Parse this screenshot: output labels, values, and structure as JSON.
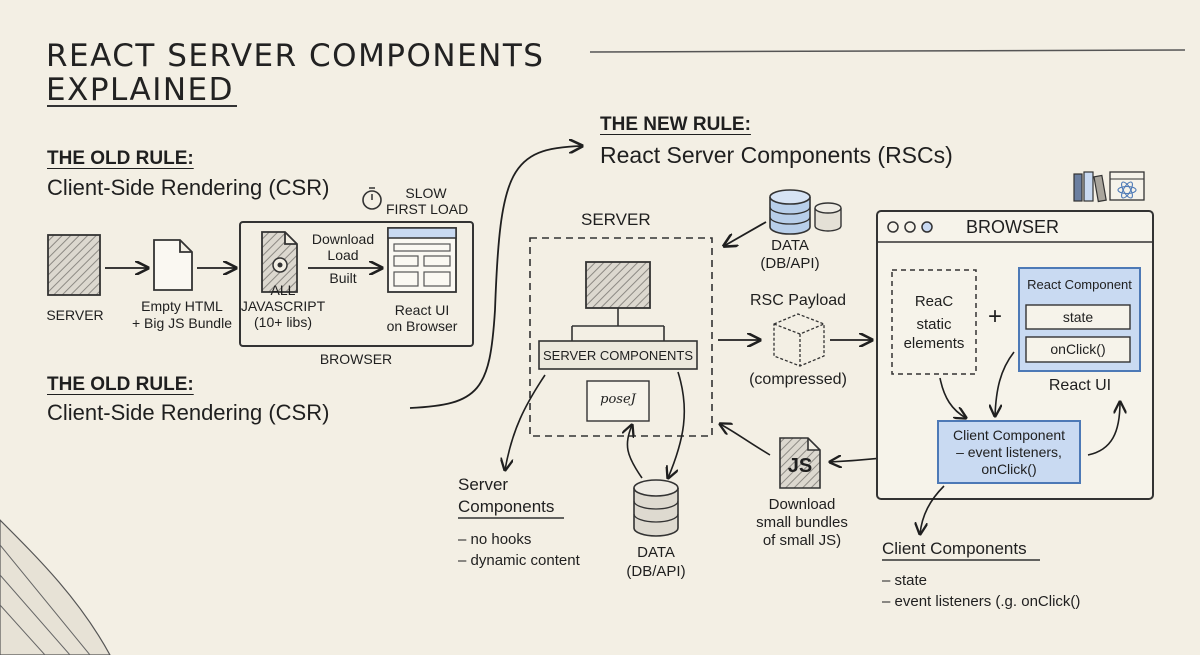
{
  "title": {
    "line1": "REACT SERVER COMPONENTS",
    "line2": "EXPLAINED"
  },
  "old_rule": {
    "heading": "THE OLD RULE:",
    "subheading": "Client-Side Rendering (CSR)",
    "heading_repeat": "THE OLD RULE:",
    "subheading_repeat": "Client-Side Rendering (CSR)",
    "server_label": "SERVER",
    "bundle_label_1": "Empty HTML",
    "bundle_label_2": "+ Big JS Bundle",
    "slow_1": "SLOW",
    "slow_2": "FIRST LOAD",
    "step_1": "Download",
    "step_2": "Load",
    "step_3": "Built",
    "js_1": "ALL",
    "js_2": "JAVASCRIPT",
    "js_3": "(10+ libs)",
    "ui_1": "React UI",
    "ui_2": "on Browser",
    "browser_label": "BROWSER"
  },
  "new_rule": {
    "heading": "THE NEW RULE:",
    "subheading": "React Server Components (RSCs)",
    "server_label": "SERVER",
    "server_components_box": "SERVER COMPONENTS",
    "scribble": "poseJ",
    "data_top_1": "DATA",
    "data_top_2": "(DB/API)",
    "data_bottom_1": "DATA",
    "data_bottom_2": "(DB/API)",
    "payload_label": "RSC Payload",
    "payload_note": "(compressed)",
    "js_icon": "JS",
    "download_1": "Download",
    "download_2": "small bundles",
    "download_3": "of small JS)",
    "server_components_heading_1": "Server",
    "server_components_heading_2": "Components",
    "server_bullets": [
      "– no hooks",
      "– dynamic content"
    ],
    "browser_label": "BROWSER",
    "static_1": "ReaC",
    "static_2": "static",
    "static_3": "elements",
    "plus": "+",
    "react_component_title": "React Component",
    "state_label": "state",
    "onclick_label": "onClick()",
    "react_ui": "React UI",
    "client_box_1": "Client Component",
    "client_box_2": "– event listeners,",
    "client_box_3": "onClick()",
    "client_components_heading": "Client Components",
    "client_bullets": [
      "– state",
      "– event listeners (.g. onClick()"
    ]
  },
  "colors": {
    "paper": "#f3efe4",
    "ink": "#1f1f1f",
    "blue_fill": "#c9daf2",
    "blue_stroke": "#4d79b6"
  }
}
